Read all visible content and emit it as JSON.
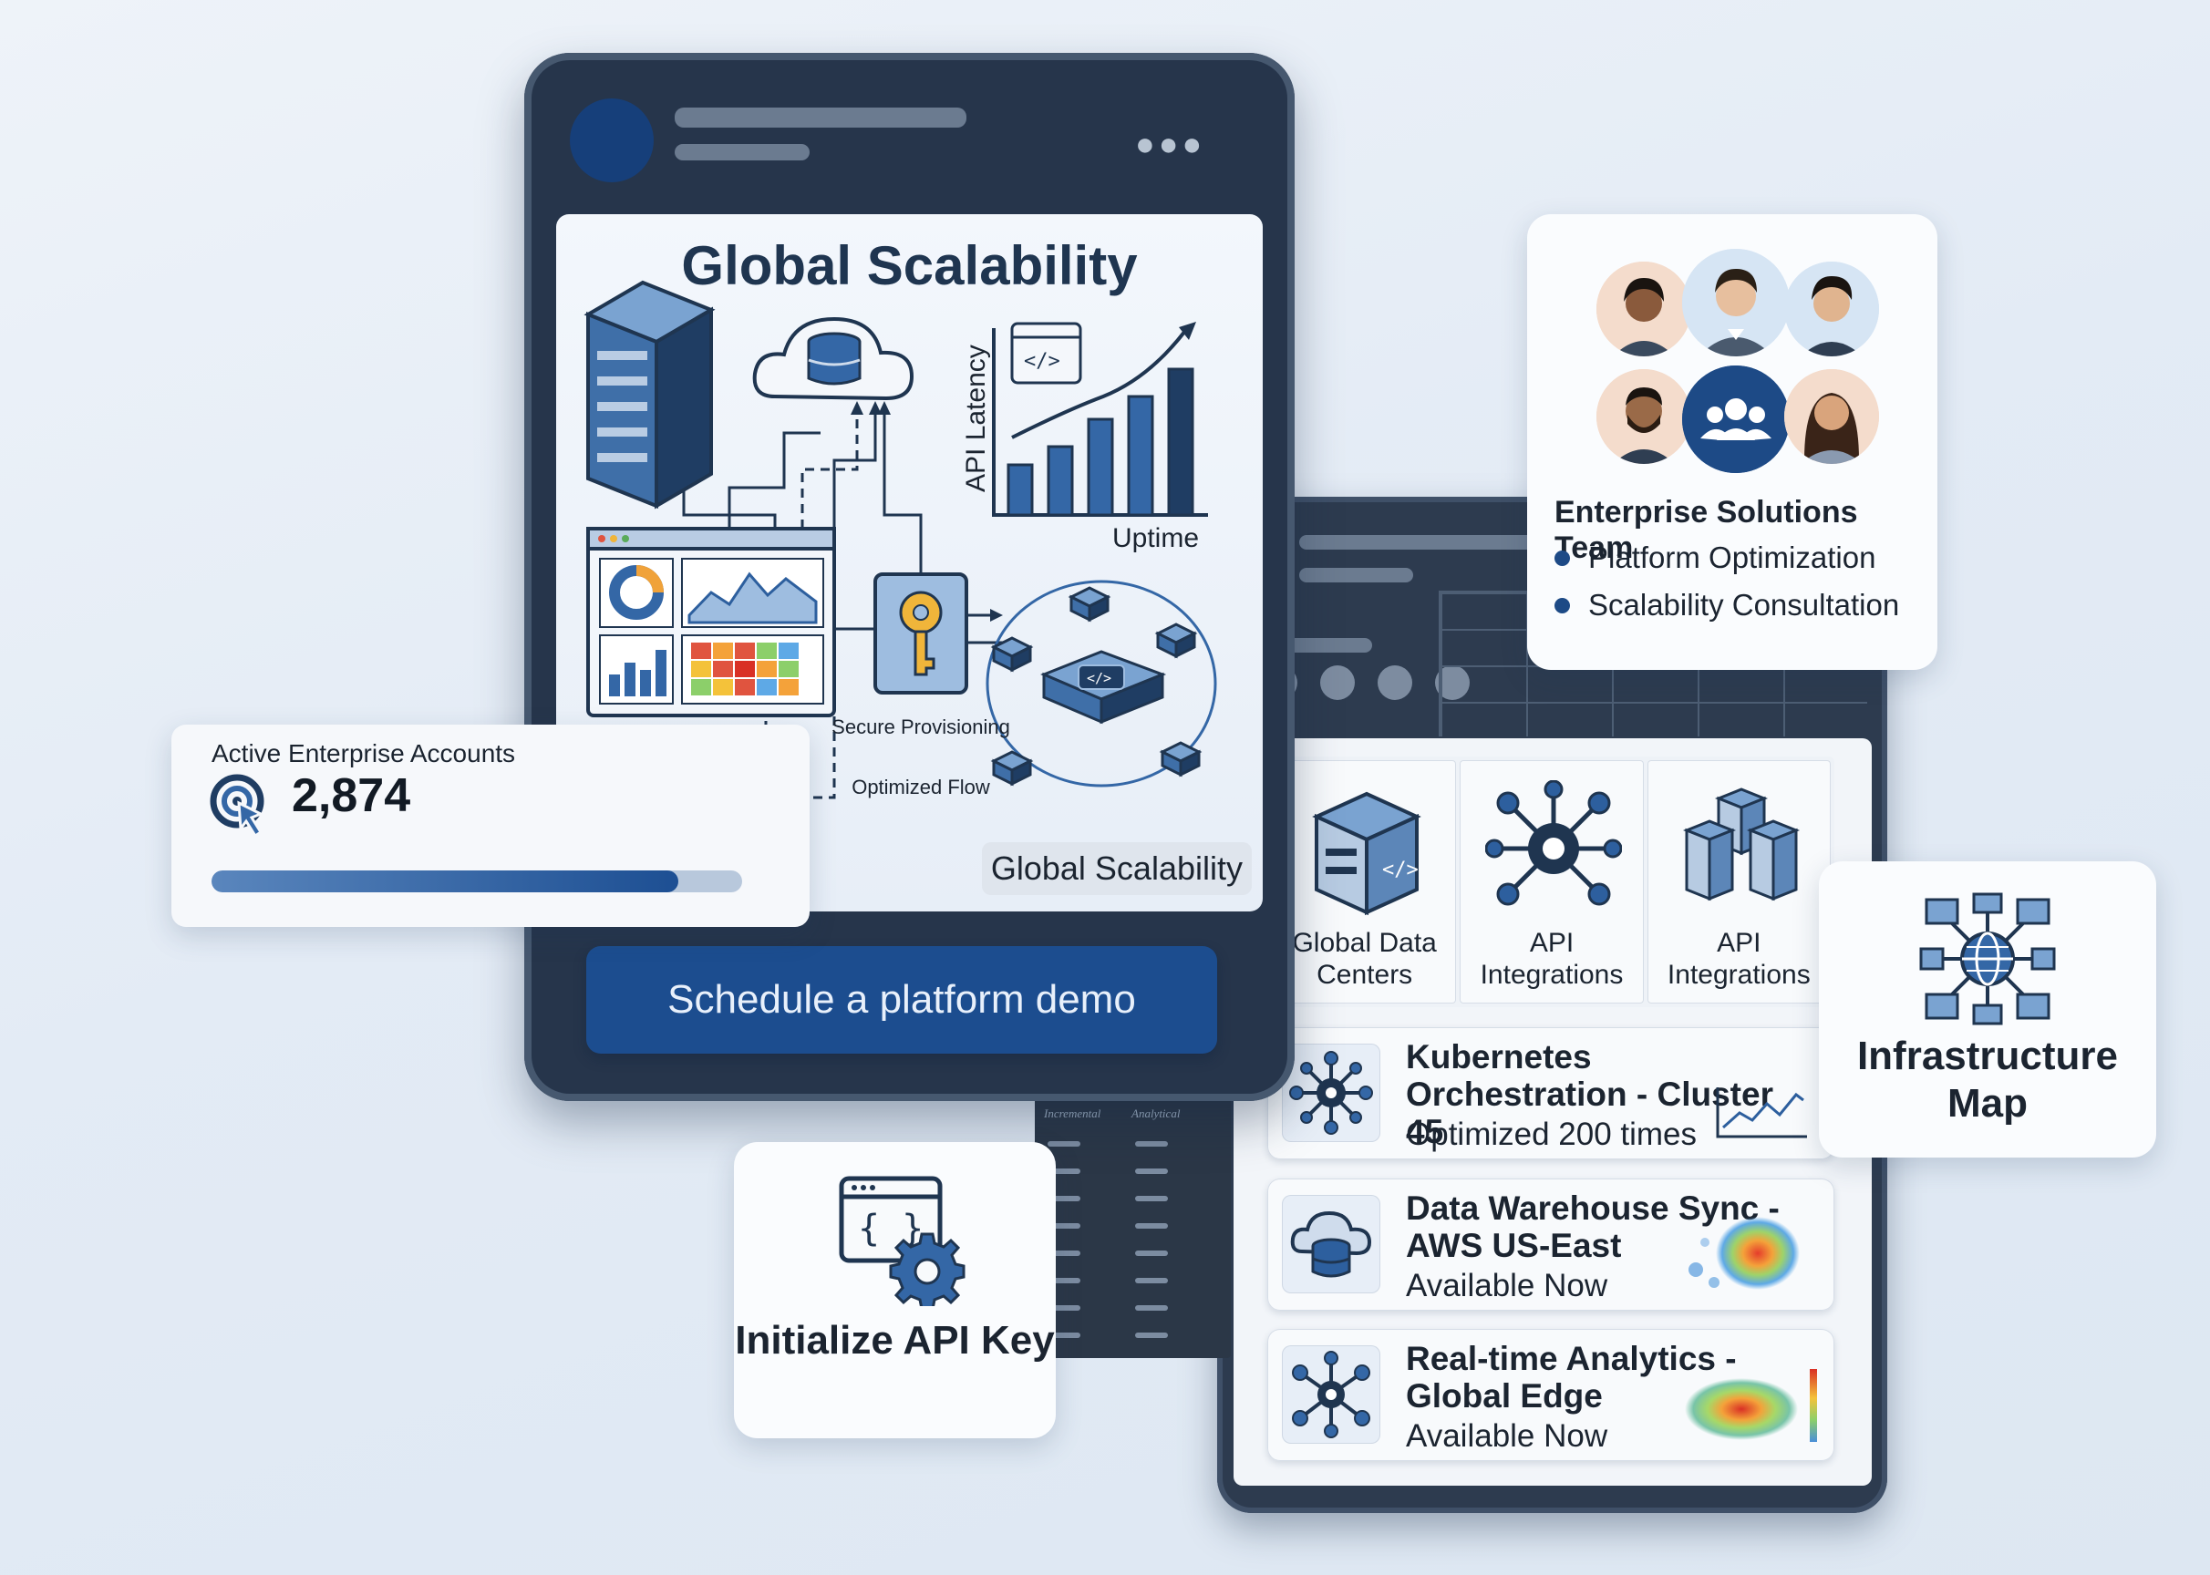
{
  "hero": {
    "title": "Global Scalability",
    "chart_y_label": "API Latency",
    "chart_x_label": "Uptime",
    "secure_label": "Secure Provisioning",
    "flow_label": "Optimized Flow",
    "tag": "Global Scalability"
  },
  "cta": {
    "label": "Schedule a platform demo"
  },
  "accounts": {
    "label": "Active Enterprise Accounts",
    "value": "2,874",
    "progress": 0.88
  },
  "team": {
    "title": "Enterprise Solutions Team",
    "items": [
      "Platform Optimization",
      "Scalability Consultation"
    ]
  },
  "tiles": [
    {
      "label": "Global Data Centers"
    },
    {
      "label": "API Integrations"
    },
    {
      "label": "API Integrations"
    }
  ],
  "list": [
    {
      "title": "Kubernetes Orchestration - Cluster 45",
      "subtitle": "Optimized 200 times"
    },
    {
      "title": "Data Warehouse Sync - AWS US-East",
      "subtitle": "Available Now"
    },
    {
      "title": "Real-time Analytics - Global Edge",
      "subtitle": "Available Now"
    }
  ],
  "infra": {
    "label": "Infrastructure Map"
  },
  "apikey": {
    "label": "Initialize API Key"
  },
  "back_table": {
    "col1": "Incremental",
    "col2": "Analytical"
  },
  "colors": {
    "brand_blue": "#1c4d8f",
    "phone_dark": "#26354b",
    "accent_light": "#e7eef7"
  }
}
